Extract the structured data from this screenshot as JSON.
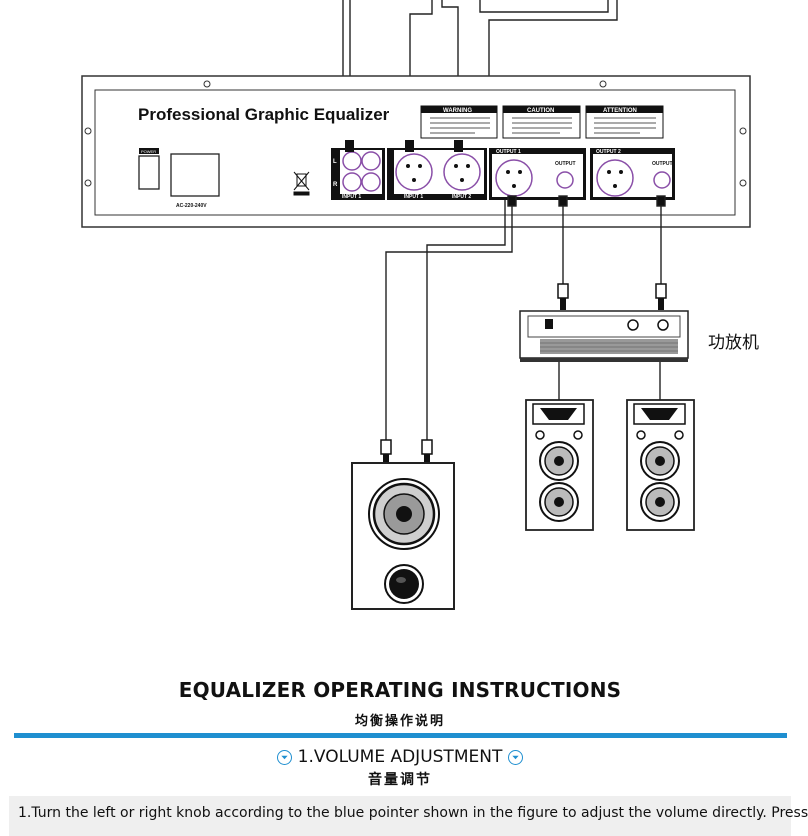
{
  "diagram": {
    "device_title": "Professional Graphic Equalizer",
    "power_label": "POWER",
    "voltage_label": "AC-220-240V",
    "channel_left": "L",
    "channel_right": "R",
    "input_label_a": "INPUT 1",
    "input_label_b": "INPUT 2",
    "output1_label": "OUTPUT 1",
    "output2_label": "OUTPUT 2",
    "output_label": "OUTPUT",
    "warning_title": "WARNING",
    "caution_title": "CAUTION",
    "attention_title": "ATTENTION",
    "amplifier_label": "功放机"
  },
  "instructions": {
    "title": "EQUALIZER OPERATING INSTRUCTIONS",
    "title_cn": "均衡操作说明",
    "section_title": "1.VOLUME ADJUSTMENT",
    "section_title_cn": "音量调节",
    "paragraph": "1.Turn the left or right knob according to the blue pointer shown in the figure to adjust the volume directly. Press"
  },
  "colors": {
    "accent_blue": "#1f8fd0",
    "purple_ring": "#8a4fa8"
  }
}
